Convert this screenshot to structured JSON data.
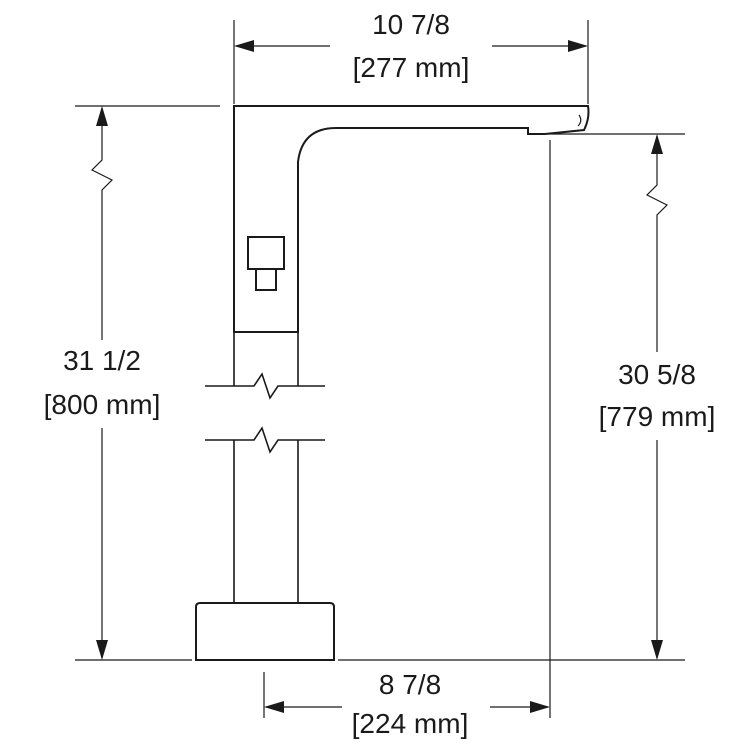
{
  "dimensions": {
    "overall_width": {
      "imperial": "10 7/8",
      "metric": "[277 mm]"
    },
    "overall_height": {
      "imperial": "31 1/2",
      "metric": "[800 mm]"
    },
    "spout_height": {
      "imperial": "30 5/8",
      "metric": "[779 mm]"
    },
    "spout_reach": {
      "imperial": "8 7/8",
      "metric": "[224 mm]"
    }
  }
}
